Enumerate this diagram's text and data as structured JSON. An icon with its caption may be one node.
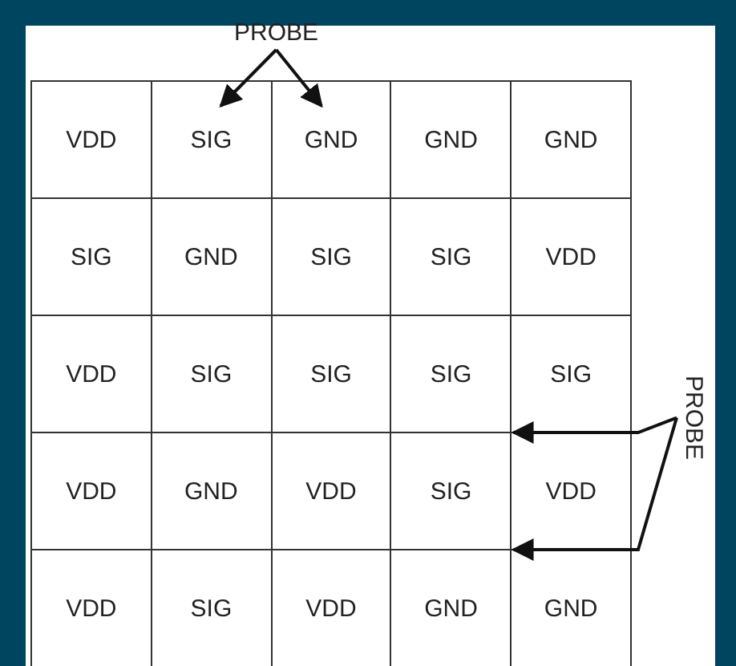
{
  "diagram": {
    "nodes": [
      {
        "text": [
          "PROBE"
        ]
      },
      {
        "text": [
          "VDD"
        ]
      },
      {
        "text": [
          "SIG"
        ]
      },
      {
        "text": [
          "GND"
        ]
      },
      {
        "text": [
          "GND"
        ]
      },
      {
        "text": [
          "GND"
        ]
      },
      {
        "text": [
          "SIG"
        ]
      },
      {
        "text": [
          "GND"
        ]
      },
      {
        "text": [
          "SIG"
        ]
      },
      {
        "text": [
          "SIG"
        ]
      },
      {
        "text": [
          "VDD"
        ]
      },
      {
        "text": [
          "VDD"
        ]
      },
      {
        "text": [
          "SIG"
        ]
      },
      {
        "text": [
          "SIG"
        ]
      },
      {
        "text": [
          "SIG"
        ]
      },
      {
        "text": [
          "SIG"
        ]
      },
      {
        "text": [
          "VDD"
        ]
      },
      {
        "text": [
          "GND"
        ]
      },
      {
        "text": [
          "VDD"
        ]
      },
      {
        "text": [
          "SIG"
        ]
      },
      {
        "text": [
          "VDD"
        ]
      },
      {
        "text": [
          "VDD"
        ]
      },
      {
        "text": [
          "SIG"
        ]
      },
      {
        "text": [
          "VDD"
        ]
      },
      {
        "text": [
          "GND"
        ]
      },
      {
        "text": [
          "GND"
        ]
      },
      {
        "text": [
          "PROBE"
        ]
      }
    ],
    "edges": [
      {
        "from": 0,
        "to": 2,
        "arrow": "to"
      },
      {
        "from": 0,
        "to": 3,
        "arrow": "to"
      },
      {
        "from": 26,
        "to": 14,
        "arrow": "to"
      },
      {
        "from": 26,
        "to": 24,
        "arrow": "to"
      }
    ]
  }
}
